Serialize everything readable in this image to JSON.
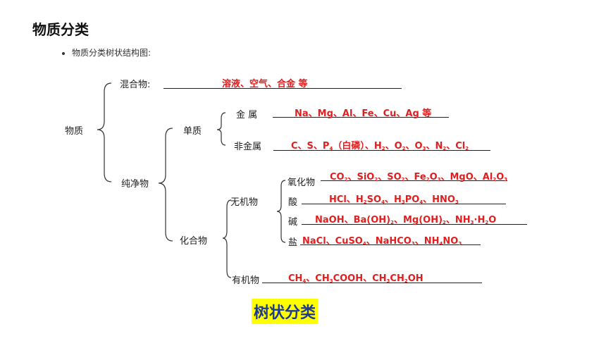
{
  "title": "物质分类",
  "bullet": "物质分类树状结构图:",
  "tree": {
    "root": "物质",
    "mixture": {
      "label": "混合物:",
      "answer": "溶液、空气、合金 等"
    },
    "pure": "纯净物",
    "element": "单质",
    "metal": {
      "label": "金 属",
      "answer": "Na、Mg、Al、Fe、Cu、Ag 等"
    },
    "nonmetal": {
      "label": "非金属",
      "answer_html": "C、S、P<sub>4</sub>（白磷）、H<sub>2</sub>、O<sub>2</sub>、O<sub>3</sub>、N<sub>2</sub>、Cl<sub>2</sub>"
    },
    "compound": "化合物",
    "inorganic": "无机物",
    "oxide": {
      "label": "氧化物",
      "answer_html": "CO<sub>2</sub>、SiO<sub>2</sub>、SO<sub>2</sub>、Fe<sub>2</sub>O<sub>3</sub>、MgO、Al<sub>2</sub>O<sub>3</sub>"
    },
    "acid": {
      "label": "酸",
      "answer_html": "HCl、H<sub>2</sub>SO<sub>4</sub>、H<sub>3</sub>PO<sub>4</sub>、HNO<sub>3</sub>"
    },
    "base": {
      "label": "碱",
      "answer_html": "NaOH、Ba(OH)<sub>2</sub>、Mg(OH)<sub>2</sub>、NH<sub>3</sub>·H<sub>2</sub>O"
    },
    "salt": {
      "label": "盐",
      "answer_html": "NaCl、CuSO<sub>4</sub>、NaHCO<sub>3</sub>、NH<sub>4</sub>NO<sub>3</sub>"
    },
    "organic": {
      "label": "有机物",
      "answer_html": "CH<sub>4</sub>、CH<sub>3</sub>COOH、CH<sub>3</sub>CH<sub>2</sub>OH"
    }
  },
  "banner": "树状分类",
  "colors": {
    "answer": "#e02020",
    "banner_bg": "#ffff00",
    "banner_text": "#1f3a93"
  }
}
